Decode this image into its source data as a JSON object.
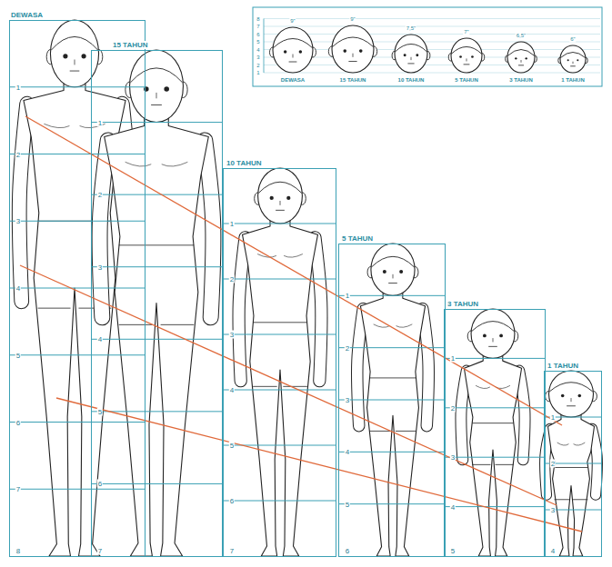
{
  "diagram": {
    "nodes": [
      {
        "text": [
          "DEWASA"
        ]
      },
      {
        "text": [
          "15 TAHUN"
        ]
      },
      {
        "text": [
          "10 TAHUN"
        ]
      },
      {
        "text": [
          "5 TAHUN"
        ]
      },
      {
        "text": [
          "3 TAHUN"
        ]
      },
      {
        "text": [
          "1 TAHUN"
        ]
      }
    ],
    "labels": [
      "9\"",
      "9\"",
      "7,5\"",
      "7\"",
      "6,5\"",
      "6\"",
      "DEWASA",
      "15 TAHUN",
      "10 TAHUN",
      "5 TAHUN",
      "3 TAHUN",
      "1 TAHUN",
      "1",
      "2",
      "3",
      "4",
      "5",
      "6",
      "7",
      "8",
      "1",
      "2",
      "3",
      "4",
      "5",
      "6",
      "7",
      "8",
      "1",
      "2",
      "3",
      "4",
      "5",
      "6",
      "7",
      "1",
      "2",
      "3",
      "4",
      "5",
      "6",
      "7",
      "1",
      "2",
      "3",
      "4",
      "5",
      "6",
      "1",
      "2",
      "3",
      "4",
      "5",
      "1",
      "2",
      "3",
      "4"
    ]
  }
}
